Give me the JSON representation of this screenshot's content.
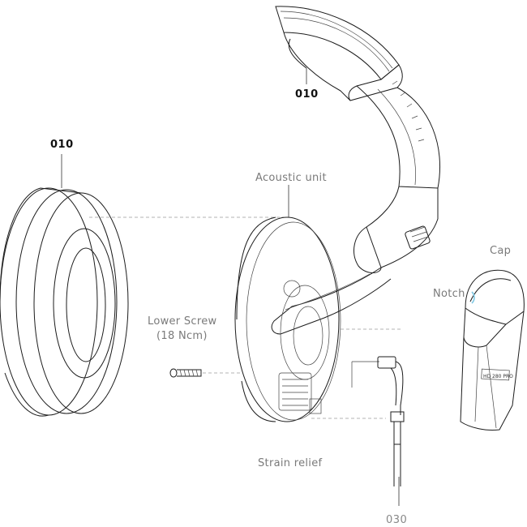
{
  "labels": {
    "part_010_top": "010",
    "part_010_left": "010",
    "acoustic_unit": "Acoustic unit",
    "cap": "Cap",
    "notch": "Notch",
    "lower_screw_line1": "Lower Screw",
    "lower_screw_line2": "(18 Ncm)",
    "strain_relief": "Strain relief",
    "part_030": "030"
  },
  "cap_marking": "HD 280 PRO",
  "colors": {
    "line": "#1c1c1c",
    "label": "#7a7a7a",
    "notch_accent": "#7ec8e3"
  }
}
